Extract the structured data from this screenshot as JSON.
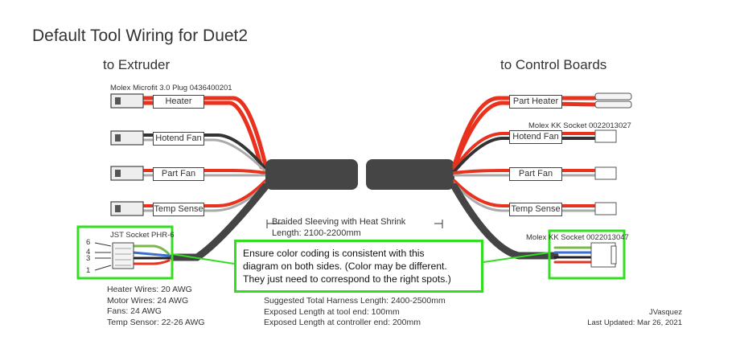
{
  "title": "Default Tool Wiring for Duet2",
  "left_heading": "to Extruder",
  "right_heading": "to Control Boards",
  "left_connectors": {
    "molex_label": "Molex Microfit 3.0 Plug 0436400201",
    "heater": "Heater",
    "hotend_fan": "Hotend Fan",
    "part_fan": "Part Fan",
    "temp_sense": "Temp Sense",
    "jst_label": "JST Socket PHR-6",
    "pins": [
      "6",
      "4",
      "3",
      "1"
    ]
  },
  "right_connectors": {
    "part_heater": "Part Heater",
    "kk_label_top": "Molex KK Socket 0022013027",
    "hotend_fan": "Hotend Fan",
    "part_fan": "Part Fan",
    "temp_sense": "Temp Sense",
    "kk_label_bottom": "Molex KK Socket 0022013047"
  },
  "sleeving": {
    "line1": "Braided Sleeving with Heat Shrink",
    "line2": "Length: 2100-2200mm"
  },
  "note": {
    "line1": "Ensure color coding is consistent with this",
    "line2": "diagram on both sides. (Color may be different.",
    "line3": "They just need to correspond to the right spots.)"
  },
  "wire_specs": [
    "Heater Wires: 20 AWG",
    "Motor Wires: 24 AWG",
    "Fans: 24 AWG",
    "Temp Sensor: 22-26 AWG"
  ],
  "harness_specs": [
    "Suggested Total Harness Length: 2400-2500mm",
    "Exposed Length at tool end: 100mm",
    "Exposed Length at controller end: 200mm"
  ],
  "author": "JVasquez",
  "updated": "Last Updated: Mar 26, 2021",
  "colors": {
    "red": "#e8321e",
    "black": "#333333",
    "grey": "#aaaaaa",
    "sleeve": "#454545",
    "highlight": "#33dd22"
  }
}
